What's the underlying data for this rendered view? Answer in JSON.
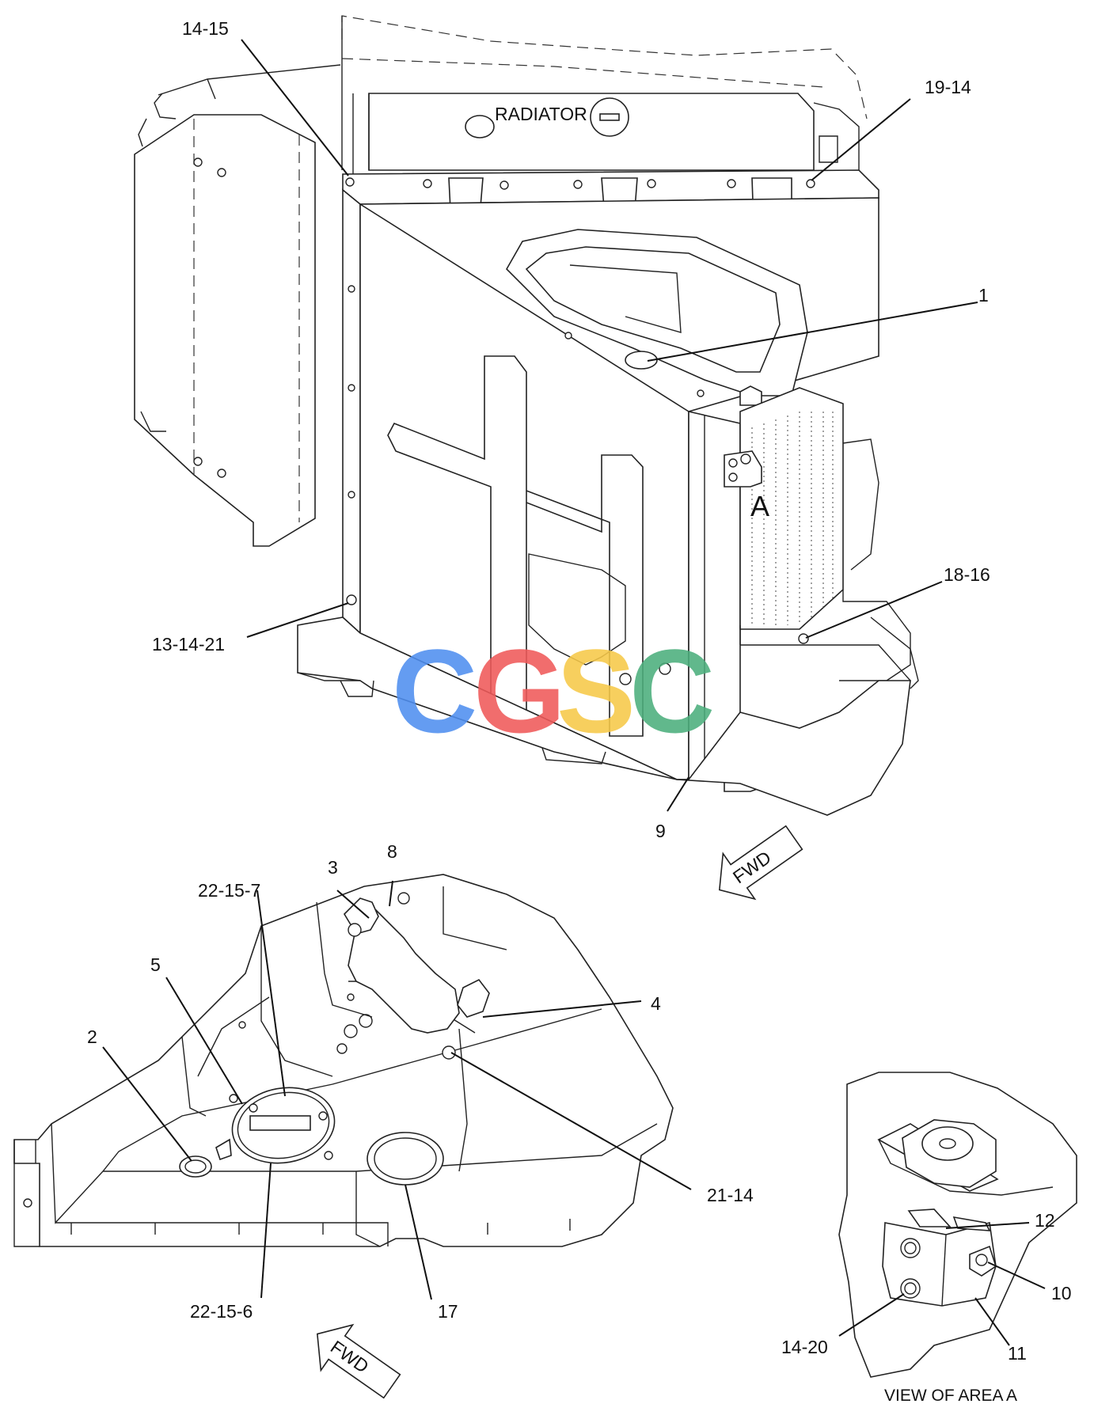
{
  "callouts": {
    "c_14_15": "14-15",
    "c_19_14": "19-14",
    "c_1": "1",
    "c_18_16": "18-16",
    "c_13_14_21": "13-14-21",
    "c_9": "9",
    "c_8": "8",
    "c_3": "3",
    "c_22_15_7": "22-15-7",
    "c_5": "5",
    "c_4": "4",
    "c_2": "2",
    "c_21_14": "21-14",
    "c_22_15_6": "22-15-6",
    "c_17": "17",
    "c_12": "12",
    "c_10": "10",
    "c_14_20": "14-20",
    "c_11": "11"
  },
  "labels": {
    "radiator": "RADIATOR",
    "area_marker": "A",
    "fwd_top": "FWD",
    "fwd_bottom": "FWD",
    "view_caption": "VIEW OF AREA A"
  },
  "watermark": {
    "letters": [
      "C",
      "G",
      "S",
      "C"
    ],
    "colors": [
      "#4f8ff0",
      "#f05a5a",
      "#f7c948",
      "#4caf7d"
    ]
  }
}
